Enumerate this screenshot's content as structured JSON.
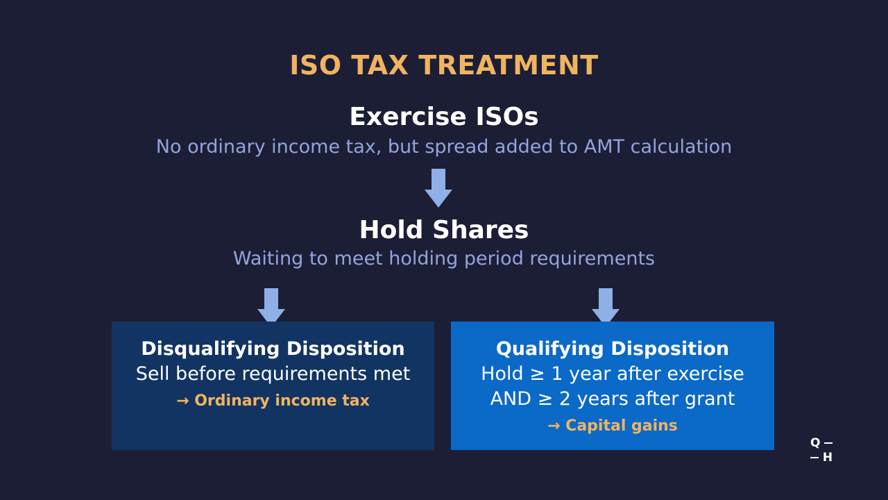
{
  "title": "ISO TAX TREATMENT",
  "steps": [
    {
      "title": "Exercise ISOs",
      "description": "No ordinary income tax, but spread added to AMT calculation"
    },
    {
      "title": "Hold Shares",
      "description": "Waiting to meet holding period requirements"
    }
  ],
  "outcomes": [
    {
      "title": "Disqualifying Disposition",
      "lines": [
        "Sell before requirements met"
      ],
      "result": "→ Ordinary income tax"
    },
    {
      "title": "Qualifying Disposition",
      "lines": [
        "Hold ≥ 1 year after exercise",
        "AND ≥ 2 years after grant"
      ],
      "result": "→ Capital gains"
    }
  ],
  "logo": {
    "top_letter": "Q",
    "bottom_letter": "H"
  },
  "colors": {
    "background": "#1c1e36",
    "accent": "#f0b460",
    "subtitle": "#93a5dc",
    "arrow": "#8fb0e6",
    "disqualifying_box": "#123462",
    "qualifying_box": "#0b69c7"
  }
}
